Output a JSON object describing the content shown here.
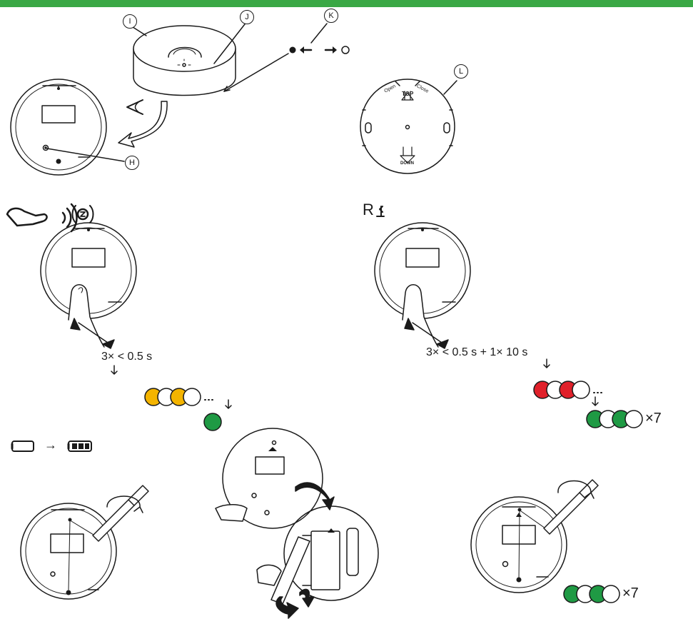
{
  "colors": {
    "brand_bar": "#3aa845",
    "amber": "#f4b400",
    "red": "#e0202a",
    "green": "#1f9a44",
    "outline": "#1a1a1a"
  },
  "callouts": {
    "i": "I",
    "j": "J",
    "k": "K",
    "l": "L",
    "h": "H"
  },
  "mount_plate": {
    "open": "Open",
    "close": "Close",
    "top": "TOP",
    "down": "DOWN"
  },
  "inclusion": {
    "timing": "3× < 0.5 s",
    "icon": "zwave-handshake-icon"
  },
  "reset": {
    "symbol": "R",
    "timing": "3× < 0.5 s + 1× 10 s",
    "blink_count": "×7"
  },
  "battery": {
    "arrow": "→",
    "confirm_count": "×7"
  }
}
